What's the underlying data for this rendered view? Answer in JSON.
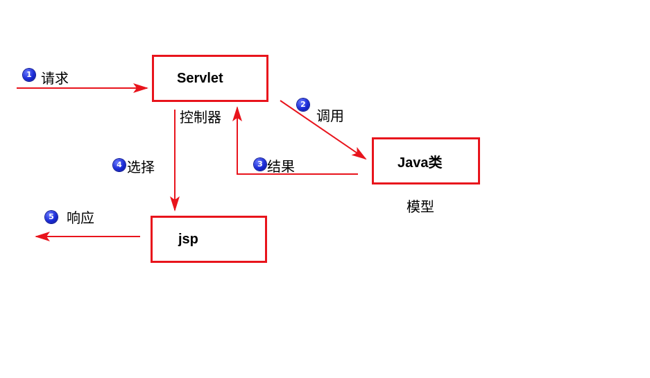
{
  "nodes": {
    "servlet": {
      "title": "Servlet",
      "caption": "控制器"
    },
    "java": {
      "title": "Java类",
      "caption": "模型"
    },
    "jsp": {
      "title": "jsp"
    }
  },
  "steps": [
    {
      "num": "1",
      "label": "请求"
    },
    {
      "num": "2",
      "label": "调用"
    },
    {
      "num": "3",
      "label": "结果"
    },
    {
      "num": "4",
      "label": "选择"
    },
    {
      "num": "5",
      "label": "响应"
    }
  ],
  "colors": {
    "arrow": "#e8141c",
    "border": "#e8141c",
    "badge": "#1a2bd6"
  }
}
